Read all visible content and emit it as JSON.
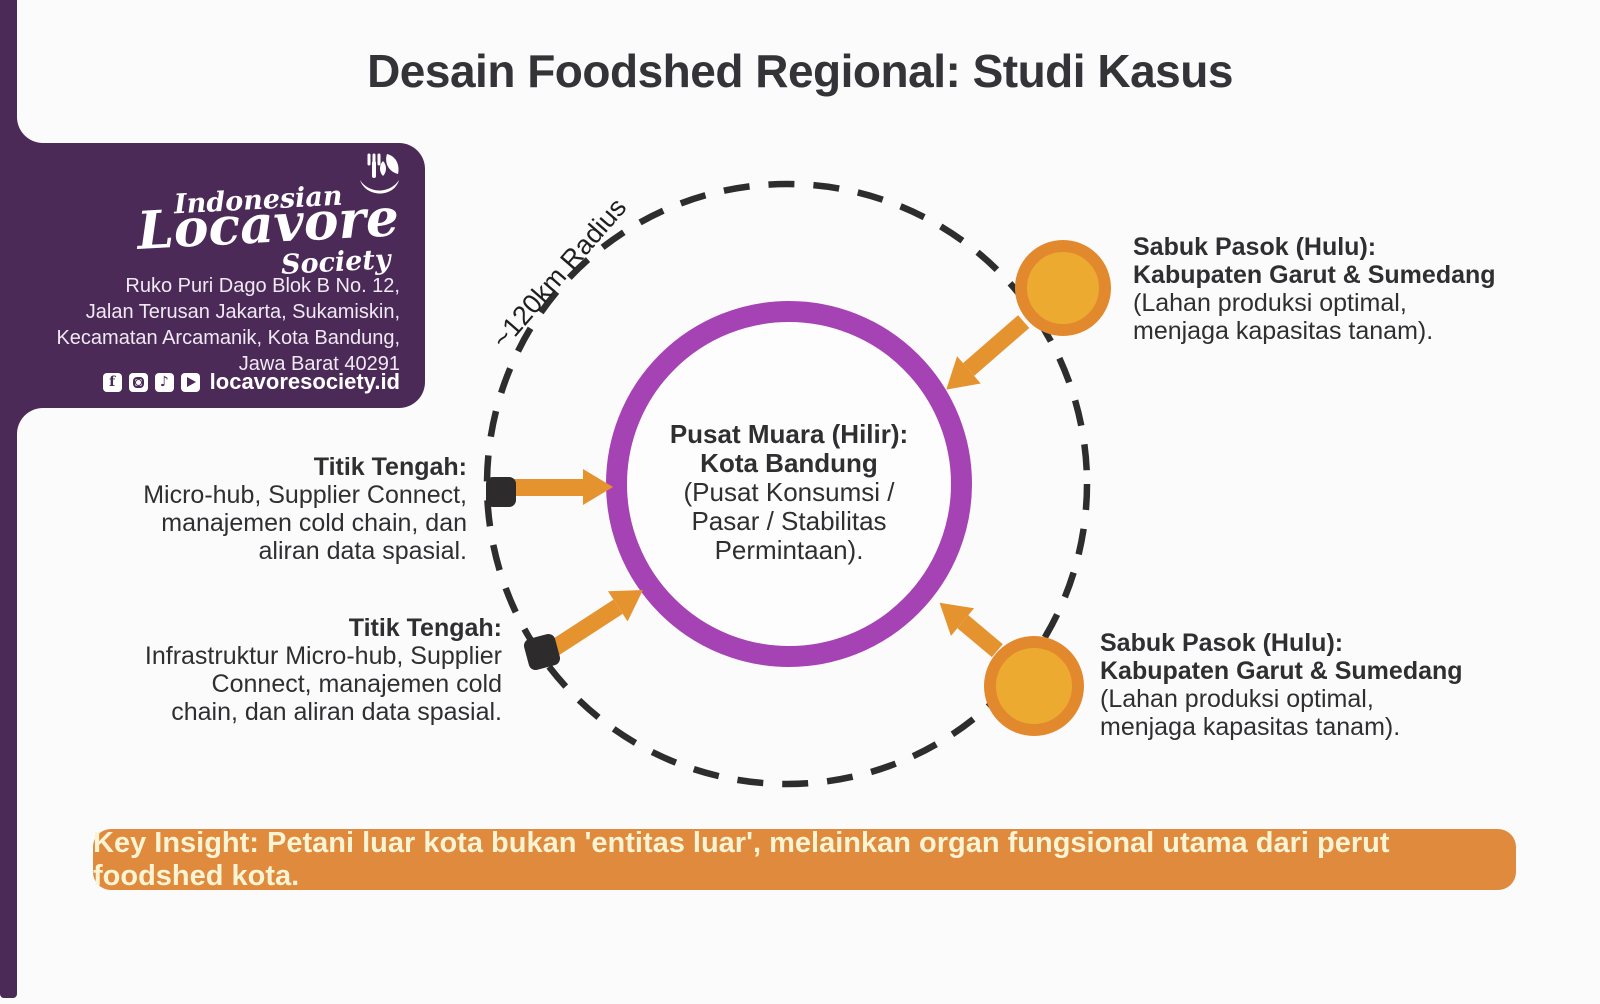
{
  "header": {
    "title": "Desain Foodshed Regional: Studi Kasus"
  },
  "brand": {
    "logo": {
      "top": "Indonesian",
      "main": "Locavore",
      "bottom": "Society"
    },
    "address_lines": [
      "Ruko Puri Dago Blok B No. 12,",
      "Jalan Terusan Jakarta, Sukamiskin,",
      "Kecamatan Arcamanik, Kota Bandung,",
      "Jawa Barat 40291"
    ],
    "website": "locavoresociety.id",
    "social_icons": [
      "facebook-icon",
      "instagram-icon",
      "tiktok-icon",
      "youtube-icon"
    ],
    "social_glyphs": {
      "facebook": "f",
      "tiktok": "♪"
    }
  },
  "diagram": {
    "radius_label": "~120km Radius",
    "hub_lines": [
      "Pusat Muara (Hilir):",
      "Kota Bandung",
      "(Pusat Konsumsi /",
      "Pasar / Stabilitas",
      "Permintaan)."
    ],
    "supply_top_lines": [
      "Sabuk Pasok (Hulu):",
      "Kabupaten Garut & Sumedang",
      "(Lahan produksi optimal,",
      "menjaga kapasitas tanam)."
    ],
    "supply_bottom_lines": [
      "Sabuk Pasok (Hulu):",
      "Kabupaten Garut & Sumedang",
      "(Lahan produksi optimal,",
      "menjaga kapasitas tanam)."
    ],
    "midpoint_top_lines": [
      "Titik Tengah:",
      "Micro-hub, Supplier Connect,",
      "manajemen cold chain, dan",
      "aliran data spasial."
    ],
    "midpoint_bottom_lines": [
      "Titik Tengah:",
      "Infrastruktur Micro-hub, Supplier",
      "Connect, manajemen cold",
      "chain, dan aliran data spasial."
    ]
  },
  "key_insight": "Key Insight: Petani luar kota bukan 'entitas luar', melainkan organ fungsional utama dari perut foodshed kota.",
  "colors": {
    "brand_purple": "#4c2a57",
    "hub_ring_purple": "#a643b4",
    "orange_accent": "#e5932f",
    "orange_node_fill": "#ecaa31",
    "orange_node_ring": "#e2892d",
    "banner_orange": "#e08a3d",
    "banner_text": "#f9f4d3",
    "ink": "#2f2f31"
  }
}
